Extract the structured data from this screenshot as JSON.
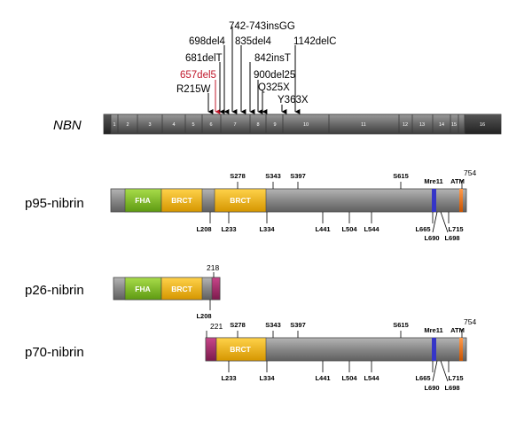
{
  "gene": {
    "label": "NBN",
    "exons": [
      "1",
      "2",
      "3",
      "4",
      "5",
      "6",
      "7",
      "8",
      "9",
      "10",
      "11",
      "12",
      "13",
      "14",
      "15",
      "16"
    ]
  },
  "mutations": [
    {
      "id": "R215W",
      "red": false
    },
    {
      "id": "657del5",
      "red": true
    },
    {
      "id": "681delT",
      "red": false
    },
    {
      "id": "698del4",
      "red": false
    },
    {
      "id": "742-743insGG",
      "red": false
    },
    {
      "id": "835del4",
      "red": false
    },
    {
      "id": "842insT",
      "red": false
    },
    {
      "id": "900del25",
      "red": false
    },
    {
      "id": "Q325X",
      "red": false
    },
    {
      "id": "Y363X",
      "red": false
    },
    {
      "id": "1142delC",
      "red": false
    }
  ],
  "proteins": {
    "p95": {
      "label": "p95-nibrin",
      "end_label": "754",
      "domains": {
        "fha": "FHA",
        "brct1": "BRCT",
        "brct2": "BRCT",
        "mre11": "Mre11",
        "atm": "ATM"
      },
      "top_sites": [
        "S278",
        "S343",
        "S397",
        "S615"
      ],
      "bottom_sites": [
        "L208",
        "L233",
        "L334",
        "L441",
        "L504",
        "L544",
        "L665",
        "L690",
        "L698",
        "L715"
      ]
    },
    "p26": {
      "label": "p26-nibrin",
      "end_label": "218",
      "domains": {
        "fha": "FHA",
        "brct1": "BRCT"
      },
      "bottom_sites": [
        "L208"
      ]
    },
    "p70": {
      "label": "p70-nibrin",
      "start_label": "221",
      "end_label": "754",
      "domains": {
        "brct2": "BRCT",
        "mre11": "Mre11",
        "atm": "ATM"
      },
      "top_sites": [
        "S278",
        "S343",
        "S397",
        "S615"
      ],
      "bottom_sites": [
        "L233",
        "L334",
        "L441",
        "L504",
        "L544",
        "L665",
        "L690",
        "L698",
        "L715"
      ]
    }
  },
  "colors": {
    "fha": "#7cbf1e",
    "brct": "#f0b400",
    "mre11": "#3535c8",
    "atm": "#e8711c",
    "magenta": "#a8286a",
    "protein_body": "#8a8a8a",
    "gene_body": "#6e6e6e",
    "red_mutation": "#c0182b"
  }
}
